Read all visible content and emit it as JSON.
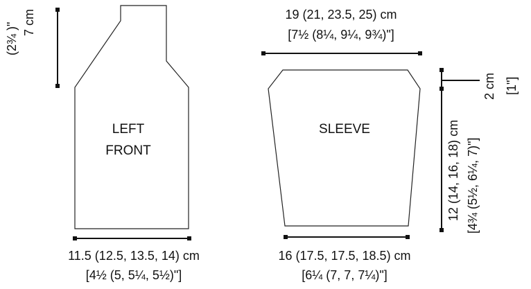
{
  "pieces": {
    "left_front": {
      "label_line1": "LEFT",
      "label_line2": "FRONT"
    },
    "sleeve": {
      "label": "SLEEVE"
    }
  },
  "dimensions": {
    "left_front_neck": {
      "cm": "7 cm",
      "inch": "(2¾ )\""
    },
    "left_front_width": {
      "cm": "11.5 (12.5, 13.5, 14) cm",
      "inch": "[4½ (5, 5¼, 5½)\"]"
    },
    "sleeve_top": {
      "cm": "19 (21, 23.5, 25) cm",
      "inch": "[7½ (8¼, 9¼, 9¾)\"]"
    },
    "sleeve_bottom": {
      "cm": "16 (17.5, 17.5, 18.5) cm",
      "inch": "[6¼ (7, 7, 7¼)\"]"
    },
    "sleeve_cap": {
      "cm": "2 cm",
      "inch": "[1\"]"
    },
    "sleeve_length": {
      "cm": "12 (14, 16, 18) cm",
      "inch": "[4¾ (5½, 6¼, 7)\"]"
    }
  },
  "colors": {
    "line": "#111111",
    "background": "#ffffff"
  }
}
